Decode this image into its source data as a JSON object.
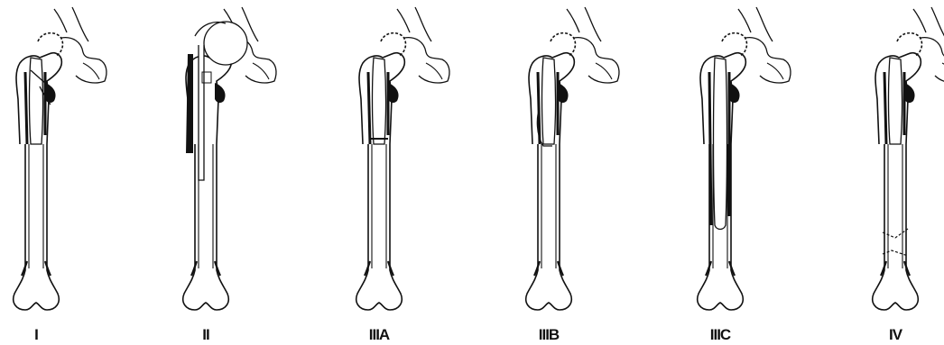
{
  "figure": {
    "panels": [
      {
        "label": "I"
      },
      {
        "label": "II"
      },
      {
        "label": "IIIA"
      },
      {
        "label": "IIIB"
      },
      {
        "label": "IIIC"
      },
      {
        "label": "IV"
      }
    ]
  },
  "colors": {
    "ink": "#111111",
    "background": "#ffffff"
  }
}
